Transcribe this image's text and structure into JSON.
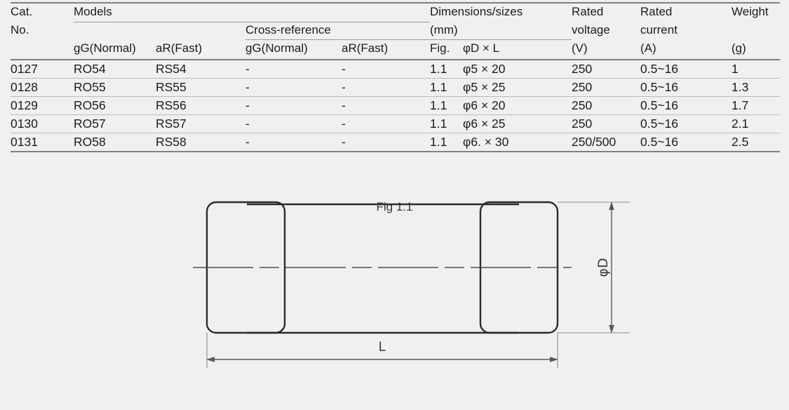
{
  "table": {
    "header_groups": {
      "cat_no_line1": "Cat.",
      "cat_no_line2": "No.",
      "models": "Models",
      "cross_reference": "Cross-reference",
      "dimensions_line1": "Dimensions/sizes",
      "dimensions_line2": "(mm)",
      "rated_voltage_line1": "Rated",
      "rated_voltage_line2": "voltage",
      "rated_current_line1": "Rated",
      "rated_current_line2": "current",
      "weight": "Weight"
    },
    "subheaders": {
      "model_gg": "gG(Normal)",
      "model_ar": "aR(Fast)",
      "cross_gg": "gG(Normal)",
      "cross_ar": "aR(Fast)",
      "fig": "Fig.",
      "dim": "φD × L",
      "voltage_unit": "(V)",
      "current_unit": "(A)",
      "weight_unit": "(g)"
    },
    "rows": [
      {
        "cat_no": "0127",
        "model_gg": "RO54",
        "model_ar": "RS54",
        "cross_gg": "-",
        "cross_ar": "-",
        "fig": "1.1",
        "dim": "φ5 × 20",
        "voltage": "250",
        "current": "0.5~16",
        "weight": "1"
      },
      {
        "cat_no": "0128",
        "model_gg": "RO55",
        "model_ar": "RS55",
        "cross_gg": "-",
        "cross_ar": "-",
        "fig": "1.1",
        "dim": "φ5 × 25",
        "voltage": "250",
        "current": "0.5~16",
        "weight": "1.3"
      },
      {
        "cat_no": "0129",
        "model_gg": "RO56",
        "model_ar": "RS56",
        "cross_gg": "-",
        "cross_ar": "-",
        "fig": "1.1",
        "dim": "φ6 × 20",
        "voltage": "250",
        "current": "0.5~16",
        "weight": "1.7"
      },
      {
        "cat_no": "0130",
        "model_gg": "RO57",
        "model_ar": "RS57",
        "cross_gg": "-",
        "cross_ar": "-",
        "fig": "1.1",
        "dim": "φ6 × 25",
        "voltage": "250",
        "current": "0.5~16",
        "weight": "2.1"
      },
      {
        "cat_no": "0131",
        "model_gg": "RO58",
        "model_ar": "RS58",
        "cross_gg": "-",
        "cross_ar": "-",
        "fig": "1.1",
        "dim": "φ6. × 30",
        "voltage": "250/500",
        "current": "0.5~16",
        "weight": "2.5"
      }
    ]
  },
  "figure": {
    "caption": "Fig 1.1",
    "dimension_diameter_label": "φD",
    "dimension_length_label": "L"
  },
  "colors": {
    "background": "#f0f0f1",
    "text": "#1c1c1c",
    "rule_strong": "#7d7f82",
    "rule_light": "#b9bbbe",
    "drawing_stroke": "#2b2b2f",
    "dimension_stroke": "#58585c"
  }
}
